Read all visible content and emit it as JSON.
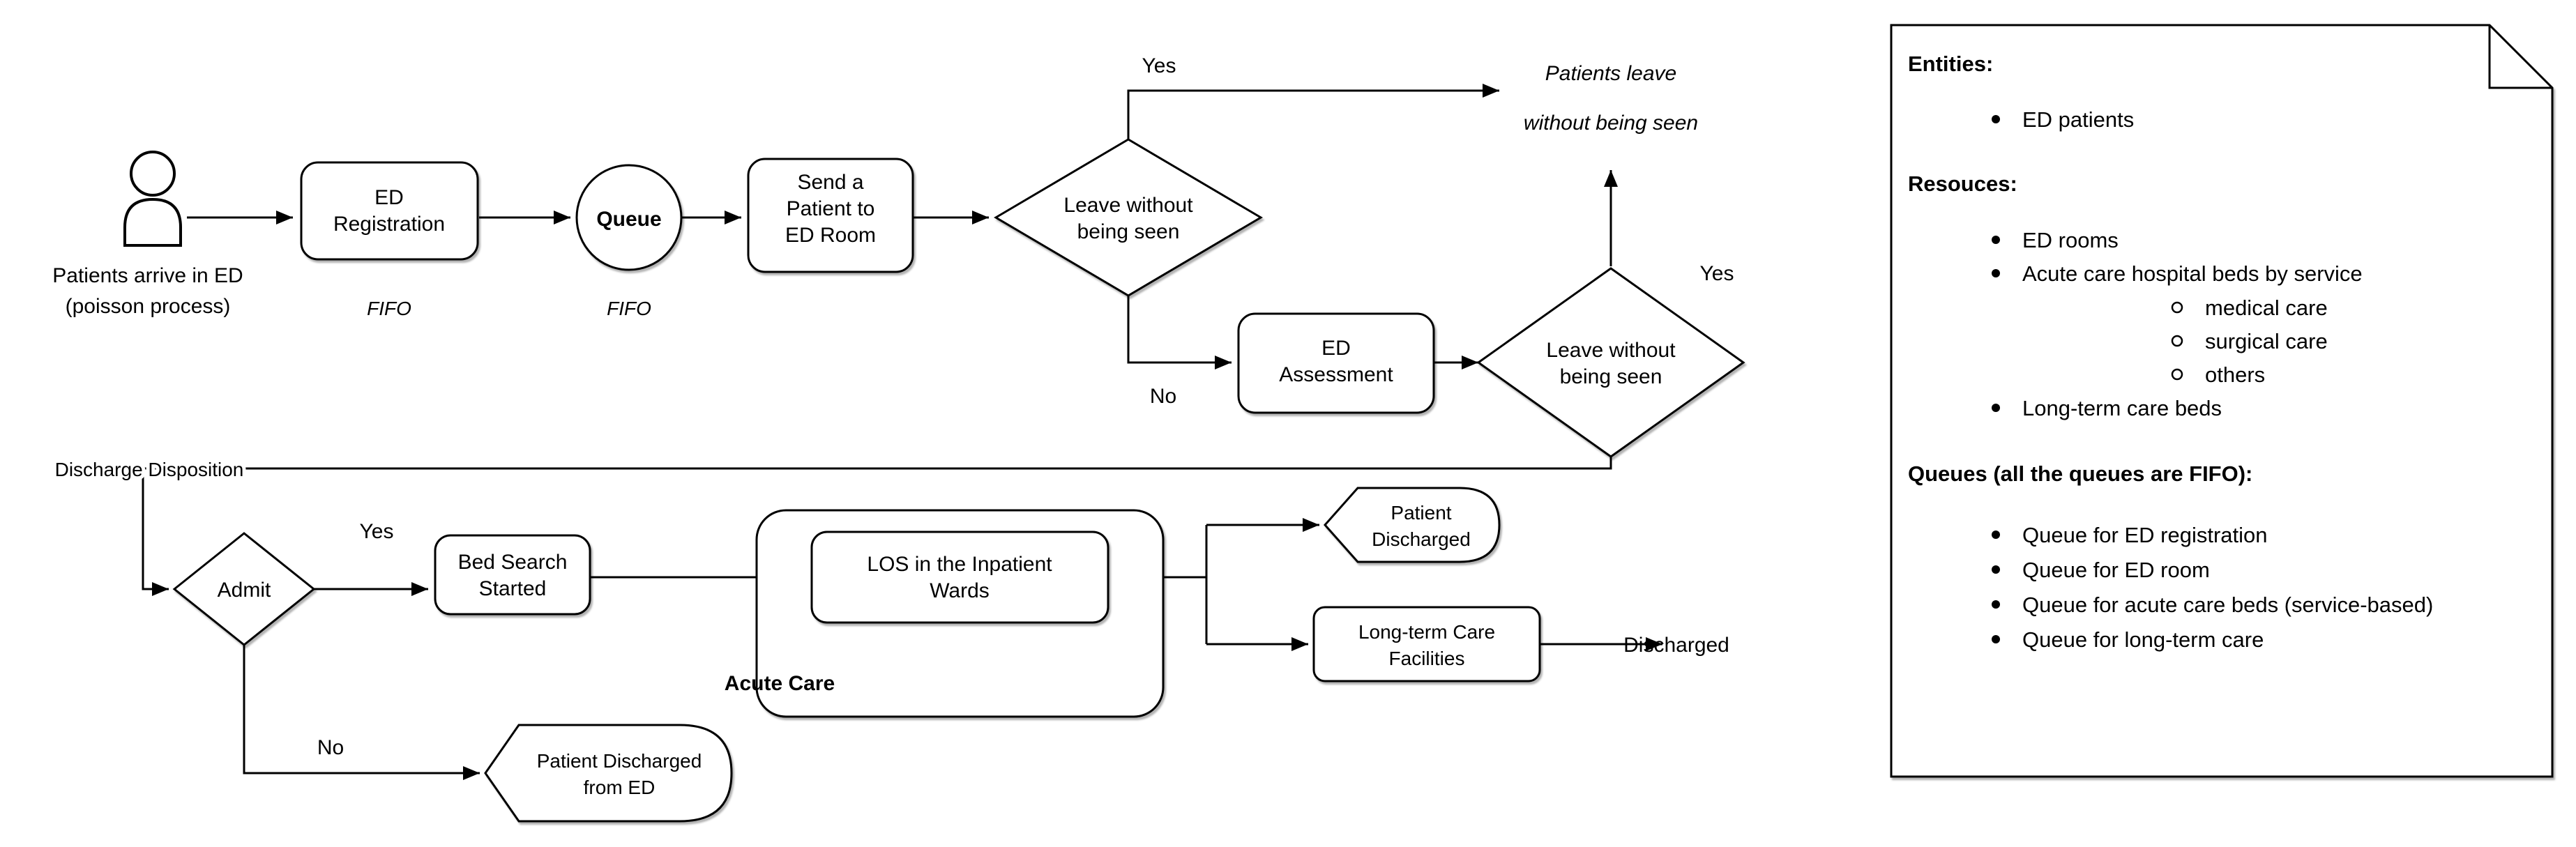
{
  "colors": {
    "stroke": "#000000",
    "shape_fill": "#ffffff",
    "acute_care_fill": "#e6e6e6",
    "background": "#ffffff"
  },
  "flow": {
    "arrival": {
      "lines": [
        "Patients arrive in ED",
        "(poisson process)"
      ]
    },
    "ed_registration": {
      "lines": [
        "ED",
        "Registration"
      ],
      "queue_discipline": "FIFO"
    },
    "queue": {
      "label": "Queue",
      "queue_discipline": "FIFO"
    },
    "send_patient": {
      "lines": [
        "Send a",
        "Patient to",
        "ED Room"
      ]
    },
    "lwbs1": {
      "lines": [
        "Leave without",
        "being seen"
      ],
      "yes": "Yes",
      "no": "No"
    },
    "patients_leave": {
      "lines": [
        "Patients leave",
        "without being seen"
      ]
    },
    "ed_assessment": {
      "lines": [
        "ED",
        "Assessment"
      ]
    },
    "lwbs2": {
      "lines": [
        "Leave without",
        "being seen"
      ],
      "yes": "Yes"
    },
    "discharge_disposition": {
      "label": "Discharge Disposition"
    },
    "admit": {
      "label": "Admit",
      "yes": "Yes",
      "no": "No"
    },
    "bed_search": {
      "lines": [
        "Bed Search",
        "Started"
      ]
    },
    "acute_care": {
      "label": "Acute Care"
    },
    "los": {
      "lines": [
        "LOS in the Inpatient",
        "Wards"
      ]
    },
    "patient_discharged": {
      "lines": [
        "Patient",
        "Discharged"
      ]
    },
    "longterm_care": {
      "lines": [
        "Long-term Care",
        "Facilities"
      ]
    },
    "discharged_label": "Discharged",
    "patient_discharged_ed": {
      "lines": [
        "Patient Discharged",
        "from ED"
      ]
    }
  },
  "notes": {
    "entities_header": "Entities:",
    "entities_items": [
      "ED patients"
    ],
    "resources_header": "Resouces:",
    "resources_items": [
      "ED rooms",
      "Acute care hospital beds by service"
    ],
    "resources_subitems": [
      "medical care",
      "surgical care",
      "others"
    ],
    "resources_items2": [
      "Long-term care beds"
    ],
    "queues_header": "Queues (all the queues are FIFO):",
    "queues_items": [
      "Queue for ED registration",
      "Queue for ED room",
      "Queue for acute care beds (service-based)",
      "Queue for long-term care"
    ]
  }
}
